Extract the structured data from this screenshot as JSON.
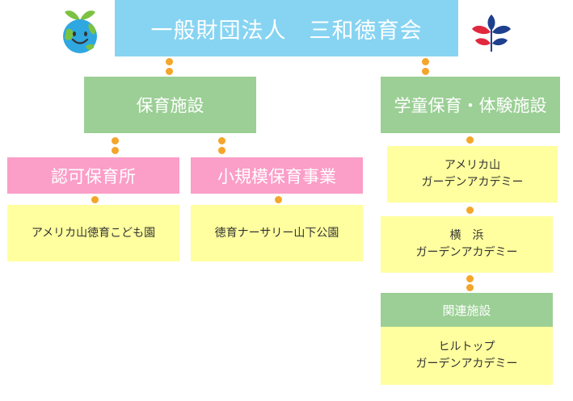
{
  "root": {
    "title": "一般財団法人　三和徳育会"
  },
  "left_branch": {
    "title": "保育施設",
    "children": [
      {
        "title": "認可保育所",
        "facility": "アメリカ山徳育こども園"
      },
      {
        "title": "小規模保育事業",
        "facility": "徳育ナーサリー山下公園"
      }
    ]
  },
  "right_branch": {
    "title": "学童保育・体験施設",
    "facilities": [
      "アメリカ山\nガーデンアカデミー",
      "横　浜\nガーデンアカデミー"
    ],
    "related": {
      "title": "関連施設",
      "facility": "ヒルトップ\nガーデンアカデミー"
    }
  },
  "icons": {
    "left_logo": "smiling-earth-icon",
    "right_logo": "plant-leaves-icon"
  },
  "colors": {
    "root": "#87d4f2",
    "green": "#9bcf95",
    "pink": "#fb9ec8",
    "yellow": "#ffff9f",
    "connector": "#f4a52a"
  }
}
